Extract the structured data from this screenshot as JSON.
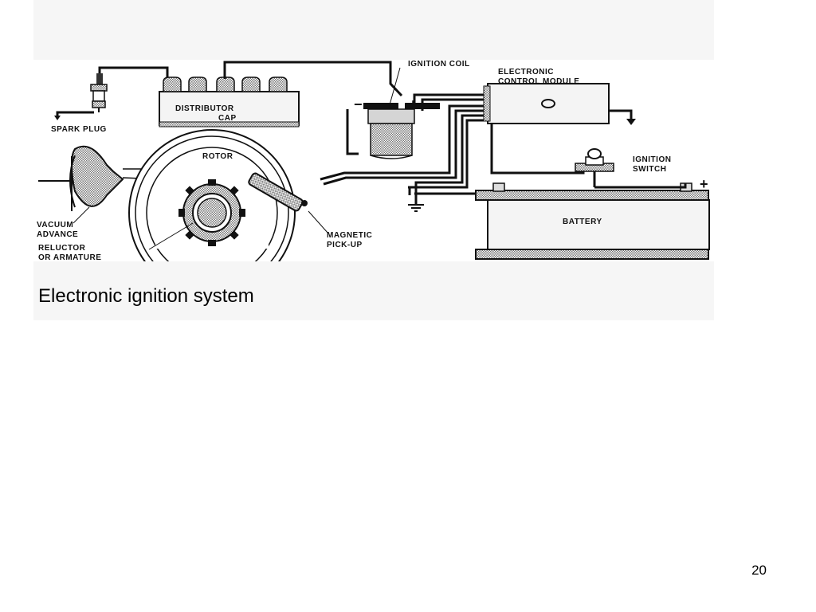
{
  "slide": {
    "caption": "Electronic ignition system",
    "slide_number": "20"
  },
  "diagram": {
    "labels": {
      "ignition_coil": "IGNITION COIL",
      "electronic_control_module_line1": "ELECTRONIC",
      "electronic_control_module_line2": "CONTROL MODULE",
      "spark_plug": "SPARK PLUG",
      "distributor_cap_line1": "DISTRIBUTOR",
      "distributor_cap_line2": "CAP",
      "rotor": "ROTOR",
      "ignition_switch_line1": "IGNITION",
      "ignition_switch_line2": "SWITCH",
      "vacuum_advance_line1": "VACUUM",
      "vacuum_advance_line2": "ADVANCE",
      "reluctor_line1": "RELUCTOR",
      "reluctor_line2": "OR ARMATURE",
      "magnetic_pickup_line1": "MAGNETIC",
      "magnetic_pickup_line2": "PICK-UP",
      "battery": "BATTERY",
      "coil_negative": "−",
      "coil_positive": "+",
      "battery_positive": "+"
    }
  }
}
